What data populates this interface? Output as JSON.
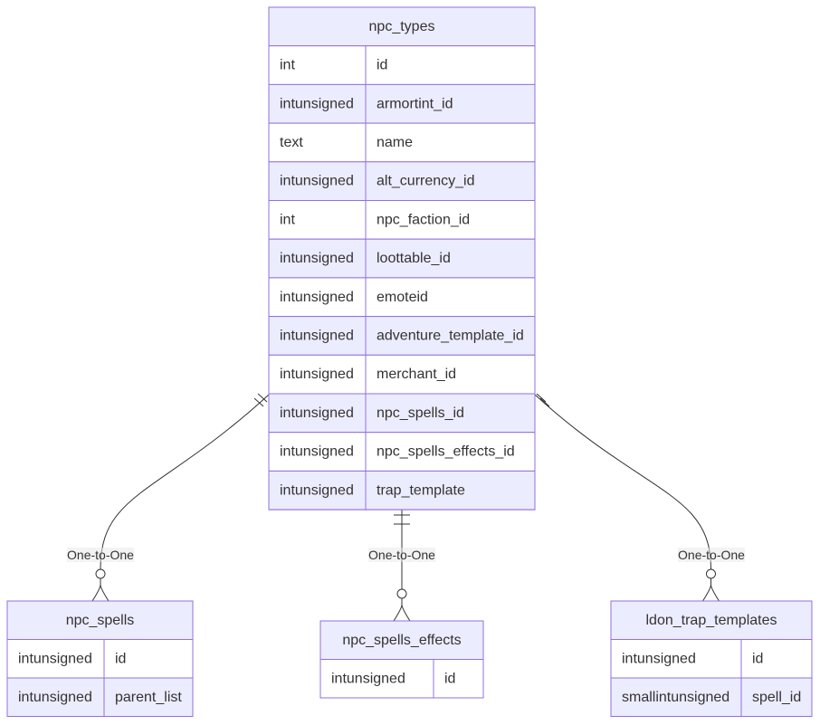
{
  "entities": {
    "npc_types": {
      "name": "npc_types",
      "attributes": [
        {
          "type": "int",
          "name": "id"
        },
        {
          "type": "intunsigned",
          "name": "armortint_id"
        },
        {
          "type": "text",
          "name": "name"
        },
        {
          "type": "intunsigned",
          "name": "alt_currency_id"
        },
        {
          "type": "int",
          "name": "npc_faction_id"
        },
        {
          "type": "intunsigned",
          "name": "loottable_id"
        },
        {
          "type": "intunsigned",
          "name": "emoteid"
        },
        {
          "type": "intunsigned",
          "name": "adventure_template_id"
        },
        {
          "type": "intunsigned",
          "name": "merchant_id"
        },
        {
          "type": "intunsigned",
          "name": "npc_spells_id"
        },
        {
          "type": "intunsigned",
          "name": "npc_spells_effects_id"
        },
        {
          "type": "intunsigned",
          "name": "trap_template"
        }
      ]
    },
    "npc_spells": {
      "name": "npc_spells",
      "attributes": [
        {
          "type": "intunsigned",
          "name": "id"
        },
        {
          "type": "intunsigned",
          "name": "parent_list"
        }
      ]
    },
    "npc_spells_effects": {
      "name": "npc_spells_effects",
      "attributes": [
        {
          "type": "intunsigned",
          "name": "id"
        }
      ]
    },
    "ldon_trap_templates": {
      "name": "ldon_trap_templates",
      "attributes": [
        {
          "type": "intunsigned",
          "name": "id"
        },
        {
          "type": "smallintunsigned",
          "name": "spell_id"
        }
      ]
    }
  },
  "relationships": [
    {
      "from": "npc_types",
      "to": "npc_spells",
      "label": "One-to-One"
    },
    {
      "from": "npc_types",
      "to": "npc_spells_effects",
      "label": "One-to-One"
    },
    {
      "from": "npc_types",
      "to": "ldon_trap_templates",
      "label": "One-to-One"
    }
  ],
  "colors": {
    "header_fill": "#ECECFF",
    "row_fill": "#ffffff",
    "row_alt_fill": "#ECECFF",
    "border": "#9370DB",
    "line": "#333333",
    "text": "#333333"
  }
}
